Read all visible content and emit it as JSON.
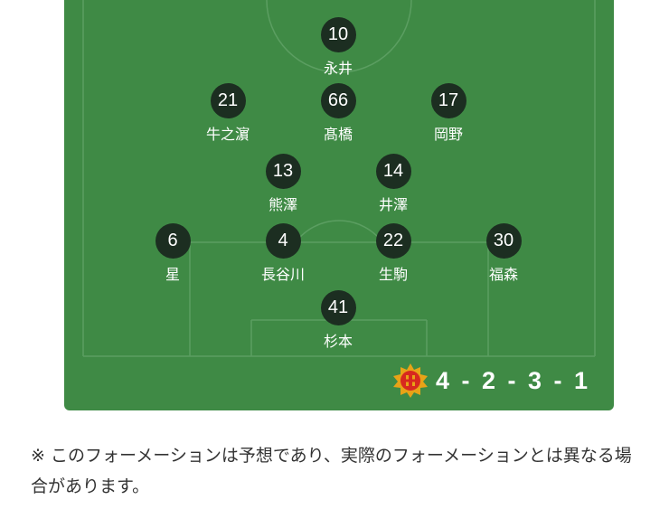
{
  "lineup": {
    "players": [
      {
        "number": "10",
        "name": "永井"
      },
      {
        "number": "21",
        "name": "牛之濵"
      },
      {
        "number": "66",
        "name": "髙橋"
      },
      {
        "number": "17",
        "name": "岡野"
      },
      {
        "number": "13",
        "name": "熊澤"
      },
      {
        "number": "14",
        "name": "井澤"
      },
      {
        "number": "6",
        "name": "星"
      },
      {
        "number": "4",
        "name": "長谷川"
      },
      {
        "number": "22",
        "name": "生駒"
      },
      {
        "number": "30",
        "name": "福森"
      },
      {
        "number": "41",
        "name": "杉本"
      }
    ],
    "formation": "4 - 2 - 3 - 1",
    "colors": {
      "pitch": "#3f8a45",
      "marker": "#1c2e21",
      "crest_red": "#d8281f",
      "crest_gold": "#e8a317"
    }
  },
  "note": "※ このフォーメーションは予想であり、実際のフォーメーションとは異なる場合があります。"
}
